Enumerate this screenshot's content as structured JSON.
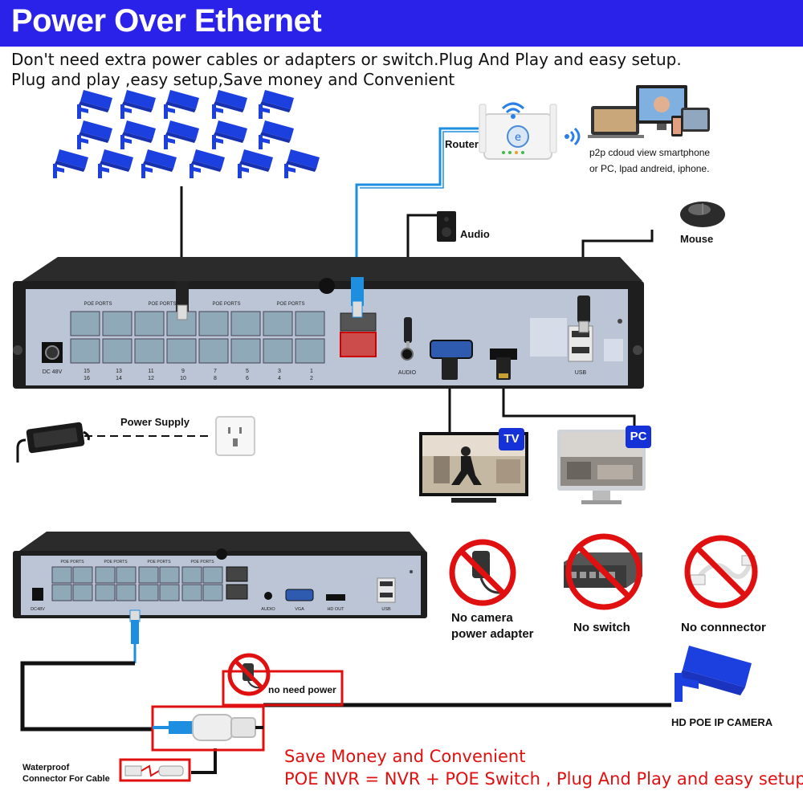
{
  "header": {
    "title": "Power Over Ethernet"
  },
  "intro": {
    "line1": "Don't need extra power cables or adapters or switch.Plug And Play and easy setup.",
    "line2": "Plug and play ,easy setup,Save money and Convenient"
  },
  "labels": {
    "router": "Router",
    "cloud": "p2p cdoud view smartphone",
    "cloud2": "or PC, lpad andreid, iphone.",
    "audio": "Audio",
    "mouse": "Mouse",
    "power_supply": "Power Supply",
    "tv": "TV",
    "pc": "PC",
    "no_adapter_1": "No camera",
    "no_adapter_2": "power adapter",
    "no_switch": "No switch",
    "no_connector": "No connnector",
    "no_need_power": "no need power",
    "camera": "HD POE IP CAMERA",
    "waterproof_1": "Waterproof",
    "waterproof_2": "Connector For Cable"
  },
  "nvr_top": {
    "poe_ports": [
      "POE PORTS",
      "POE PORTS",
      "POE PORTS",
      "POE PORTS"
    ],
    "port_numbers_top": [
      "15",
      "13",
      "11",
      "9",
      "7",
      "5",
      "3",
      "1"
    ],
    "port_numbers_bottom": [
      "16",
      "14",
      "12",
      "10",
      "8",
      "6",
      "4",
      "2"
    ],
    "dc": "DC 48V",
    "audio": "AUDIO",
    "usb": "USB"
  },
  "nvr_bottom": {
    "poe_ports": [
      "POE PORTS",
      "POE PORTS",
      "POE PORTS",
      "POE PORTS"
    ],
    "dc": "DC48V",
    "audio": "AUDIO",
    "vga": "VGA",
    "hdout": "HD OUT",
    "usb": "USB"
  },
  "footer": {
    "line1": "Save Money and Convenient",
    "line2": "POE NVR = NVR + POE Switch , Plug And Play and easy setup."
  },
  "colors": {
    "banner": "#2a22e8",
    "camera_blue": "#1c3fe0",
    "red": "#e01010",
    "nvr_body": "#222222",
    "nvr_panel": "#b9c2d4",
    "cable_blue": "#1e8fe0"
  },
  "icons": [
    "camera-icon",
    "router-icon",
    "wifi-icon",
    "speaker-icon",
    "mouse-icon",
    "power-adapter-icon",
    "wall-socket-icon",
    "tv-icon",
    "monitor-icon",
    "no-icon",
    "camera-silhouette-icon"
  ]
}
